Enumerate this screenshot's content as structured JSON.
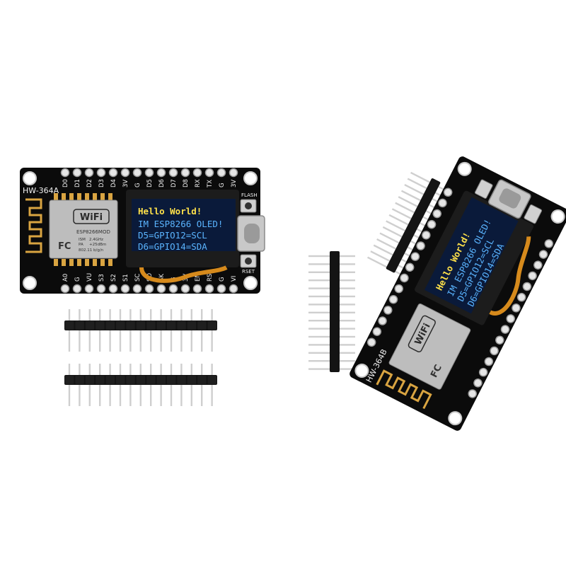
{
  "colors": {
    "background": "#ffffff",
    "pcb": "#0b0b0b",
    "silkscreen": "#f2f2f2",
    "gold": "#d9a441",
    "oled_panel": "#0a1a3a",
    "oled_yellow": "#ffe14a",
    "oled_blue": "#5ab4ff",
    "header_plastic": "#141414",
    "header_pin": "#cfcfcf"
  },
  "board_a": {
    "model": "HW-364A",
    "flash_label": "FLASH",
    "reset_label": "RSET",
    "top_pins": [
      "D0",
      "D1",
      "D2",
      "D3",
      "D4",
      "3V",
      "G",
      "D5",
      "D6",
      "D7",
      "D8",
      "RX",
      "TX",
      "G",
      "3V"
    ],
    "bottom_pins": [
      "A0",
      "G",
      "VU",
      "S3",
      "S2",
      "S1",
      "SC",
      "SO",
      "SK",
      "G",
      "3V",
      "EN",
      "RST",
      "G",
      "VI"
    ],
    "oled_lines": [
      "Hello World!",
      "IM ESP8266 OLED!",
      "D5=GPIO12=SCL",
      "D6=GPIO14=SDA"
    ],
    "module": {
      "wifi_label": "WiFi",
      "part": "ESP8266MOD",
      "ism": "ISM",
      "freq": "2.4GHz",
      "pa": "PA",
      "power": "+25dBm",
      "standard": "802.11 b/g/n",
      "fc": "FC"
    }
  },
  "board_b": {
    "model": "HW-364B",
    "oled_lines": [
      "Hello World!",
      "IM ESP8266 OLED!",
      "D5=GPIO12=SCL",
      "D6=GPIO14=SDA"
    ],
    "module": {
      "wifi_label": "WiFi",
      "fc": "FC"
    }
  },
  "headers": {
    "pin_count": 15
  }
}
